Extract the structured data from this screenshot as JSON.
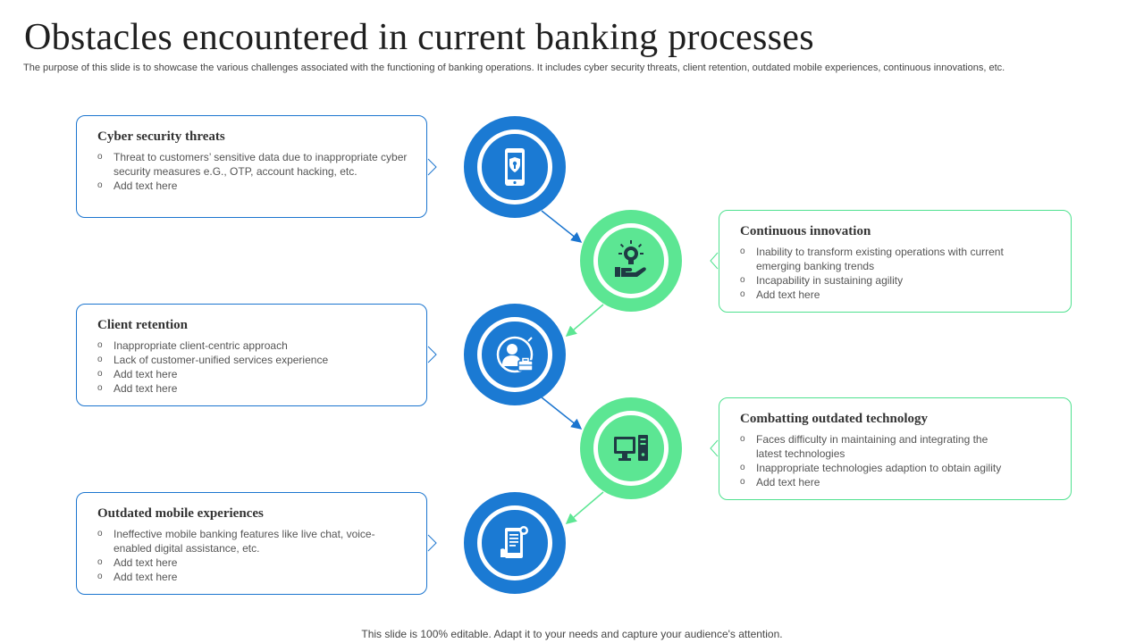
{
  "header": {
    "title": "Obstacles encountered in current banking processes",
    "subtitle": "The purpose of this slide is to showcase the various challenges associated with the functioning of banking operations. It includes cyber security threats, client retention, outdated mobile experiences, continuous innovations, etc."
  },
  "footer": {
    "text": "This slide is 100% editable. Adapt it to your needs and capture your audience's attention."
  },
  "colors": {
    "blue": "#1b7ad3",
    "green": "#5ce693",
    "blue_border": "#1b75cf",
    "green_border": "#4fe18f"
  },
  "cards": [
    {
      "title": "Cyber security threats",
      "bullets": [
        "Threat to customers’ sensitive data due to inappropriate cyber security measures e.G., OTP, account hacking, etc.",
        "Add text here"
      ]
    },
    {
      "title": "Continuous innovation",
      "bullets": [
        "Inability to transform existing operations with current emerging banking trends",
        "Incapability in sustaining agility",
        "Add text here"
      ]
    },
    {
      "title": "Client retention",
      "bullets": [
        "Inappropriate client-centric approach",
        "Lack of customer-unified services experience",
        "Add text here",
        "Add text here"
      ]
    },
    {
      "title": "Combatting outdated technology",
      "bullets": [
        "Faces difficulty in maintaining and integrating the latest technologies",
        "Inappropriate technologies adaption to obtain agility",
        "Add text here"
      ]
    },
    {
      "title": "Outdated mobile experiences",
      "bullets": [
        "Ineffective mobile banking features like live chat, voice-enabled digital assistance, etc.",
        "Add text here",
        "Add text here"
      ]
    }
  ],
  "icons": [
    "phone-security-icon",
    "innovation-bulb-hand-icon",
    "client-briefcase-icon",
    "computer-desktop-icon",
    "mobile-document-icon"
  ]
}
